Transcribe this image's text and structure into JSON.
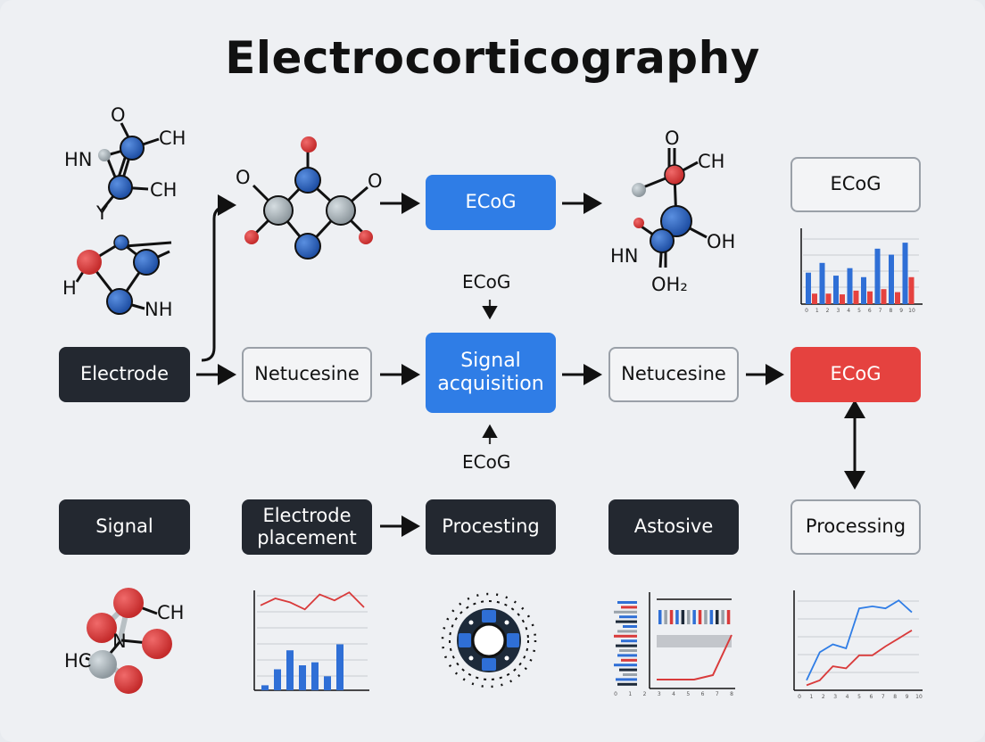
{
  "title": "Electrocorticography",
  "boxes": {
    "ecog_top": "ECoG",
    "ecog_topright": "ECoG",
    "electrode": "Electrode",
    "netucesine_left": "Netucesine",
    "signal_acquisition": "Signal acquisition",
    "netucesine_right": "Netucesine",
    "ecog_red": "ECoG",
    "signal": "Signal",
    "electrode_placement": "Electrode placement",
    "procesting": "Procesting",
    "astosive": "Astosive",
    "processing": "Processing"
  },
  "labels": {
    "ecog_above": "ECoG",
    "ecog_below": "ECoG"
  },
  "molecule_labels": {
    "m1_o": "O",
    "m1_ch_top": "CH",
    "m1_hn": "HN",
    "m1_ch_bottom": "CH",
    "m1_y": "Y",
    "m2_h": "H",
    "m2_nh": "NH",
    "m3_o_left": "O",
    "m3_o_right": "O",
    "m4_o": "O",
    "m4_ch": "CH",
    "m4_oh": "OH",
    "m4_hn": "HN",
    "m4_oh2": "OH₂",
    "m5_ch": "CH",
    "m5_n": "N",
    "m5_hc": "HC"
  },
  "icons": [
    "circular-sensor-icon"
  ],
  "colors": {
    "dark_box": "#232830",
    "blue_box": "#2f7de6",
    "red_box": "#e5423f",
    "atom_blue": "#2a5fb8",
    "atom_red": "#d63a3a",
    "atom_gray": "#a9b3b9"
  },
  "chart_data": [
    {
      "type": "bar",
      "series": [
        {
          "values": [
            42,
            55,
            38,
            48,
            36,
            74,
            66,
            82
          ]
        },
        {
          "values": [
            14,
            14,
            13,
            18,
            17,
            20,
            16,
            36
          ]
        }
      ],
      "tick_labels": [
        "0",
        "1",
        "2",
        "3",
        "4",
        "5",
        "6",
        "7",
        "8",
        "9",
        "10"
      ]
    },
    {
      "type": "bar",
      "values": [
        5,
        21,
        40,
        25,
        28,
        14,
        46
      ],
      "line_values": [
        85,
        92,
        88,
        81,
        96,
        90,
        98,
        83
      ]
    },
    {
      "type": "line",
      "series": [
        {
          "values": [
            10,
            38,
            46,
            42,
            82,
            84,
            82,
            90,
            78
          ]
        },
        {
          "values": [
            5,
            10,
            24,
            22,
            35,
            35,
            44,
            52,
            60
          ]
        }
      ],
      "tick_labels": [
        "0",
        "1",
        "2",
        "3",
        "4",
        "5",
        "6",
        "7",
        "8",
        "9",
        "10"
      ]
    },
    {
      "type": "line",
      "series": [
        {
          "values": [
            10,
            10,
            10,
            15,
            60
          ]
        }
      ],
      "tick_labels": [
        "0",
        "1",
        "2",
        "3",
        "4",
        "5",
        "6",
        "7",
        "8"
      ]
    }
  ]
}
